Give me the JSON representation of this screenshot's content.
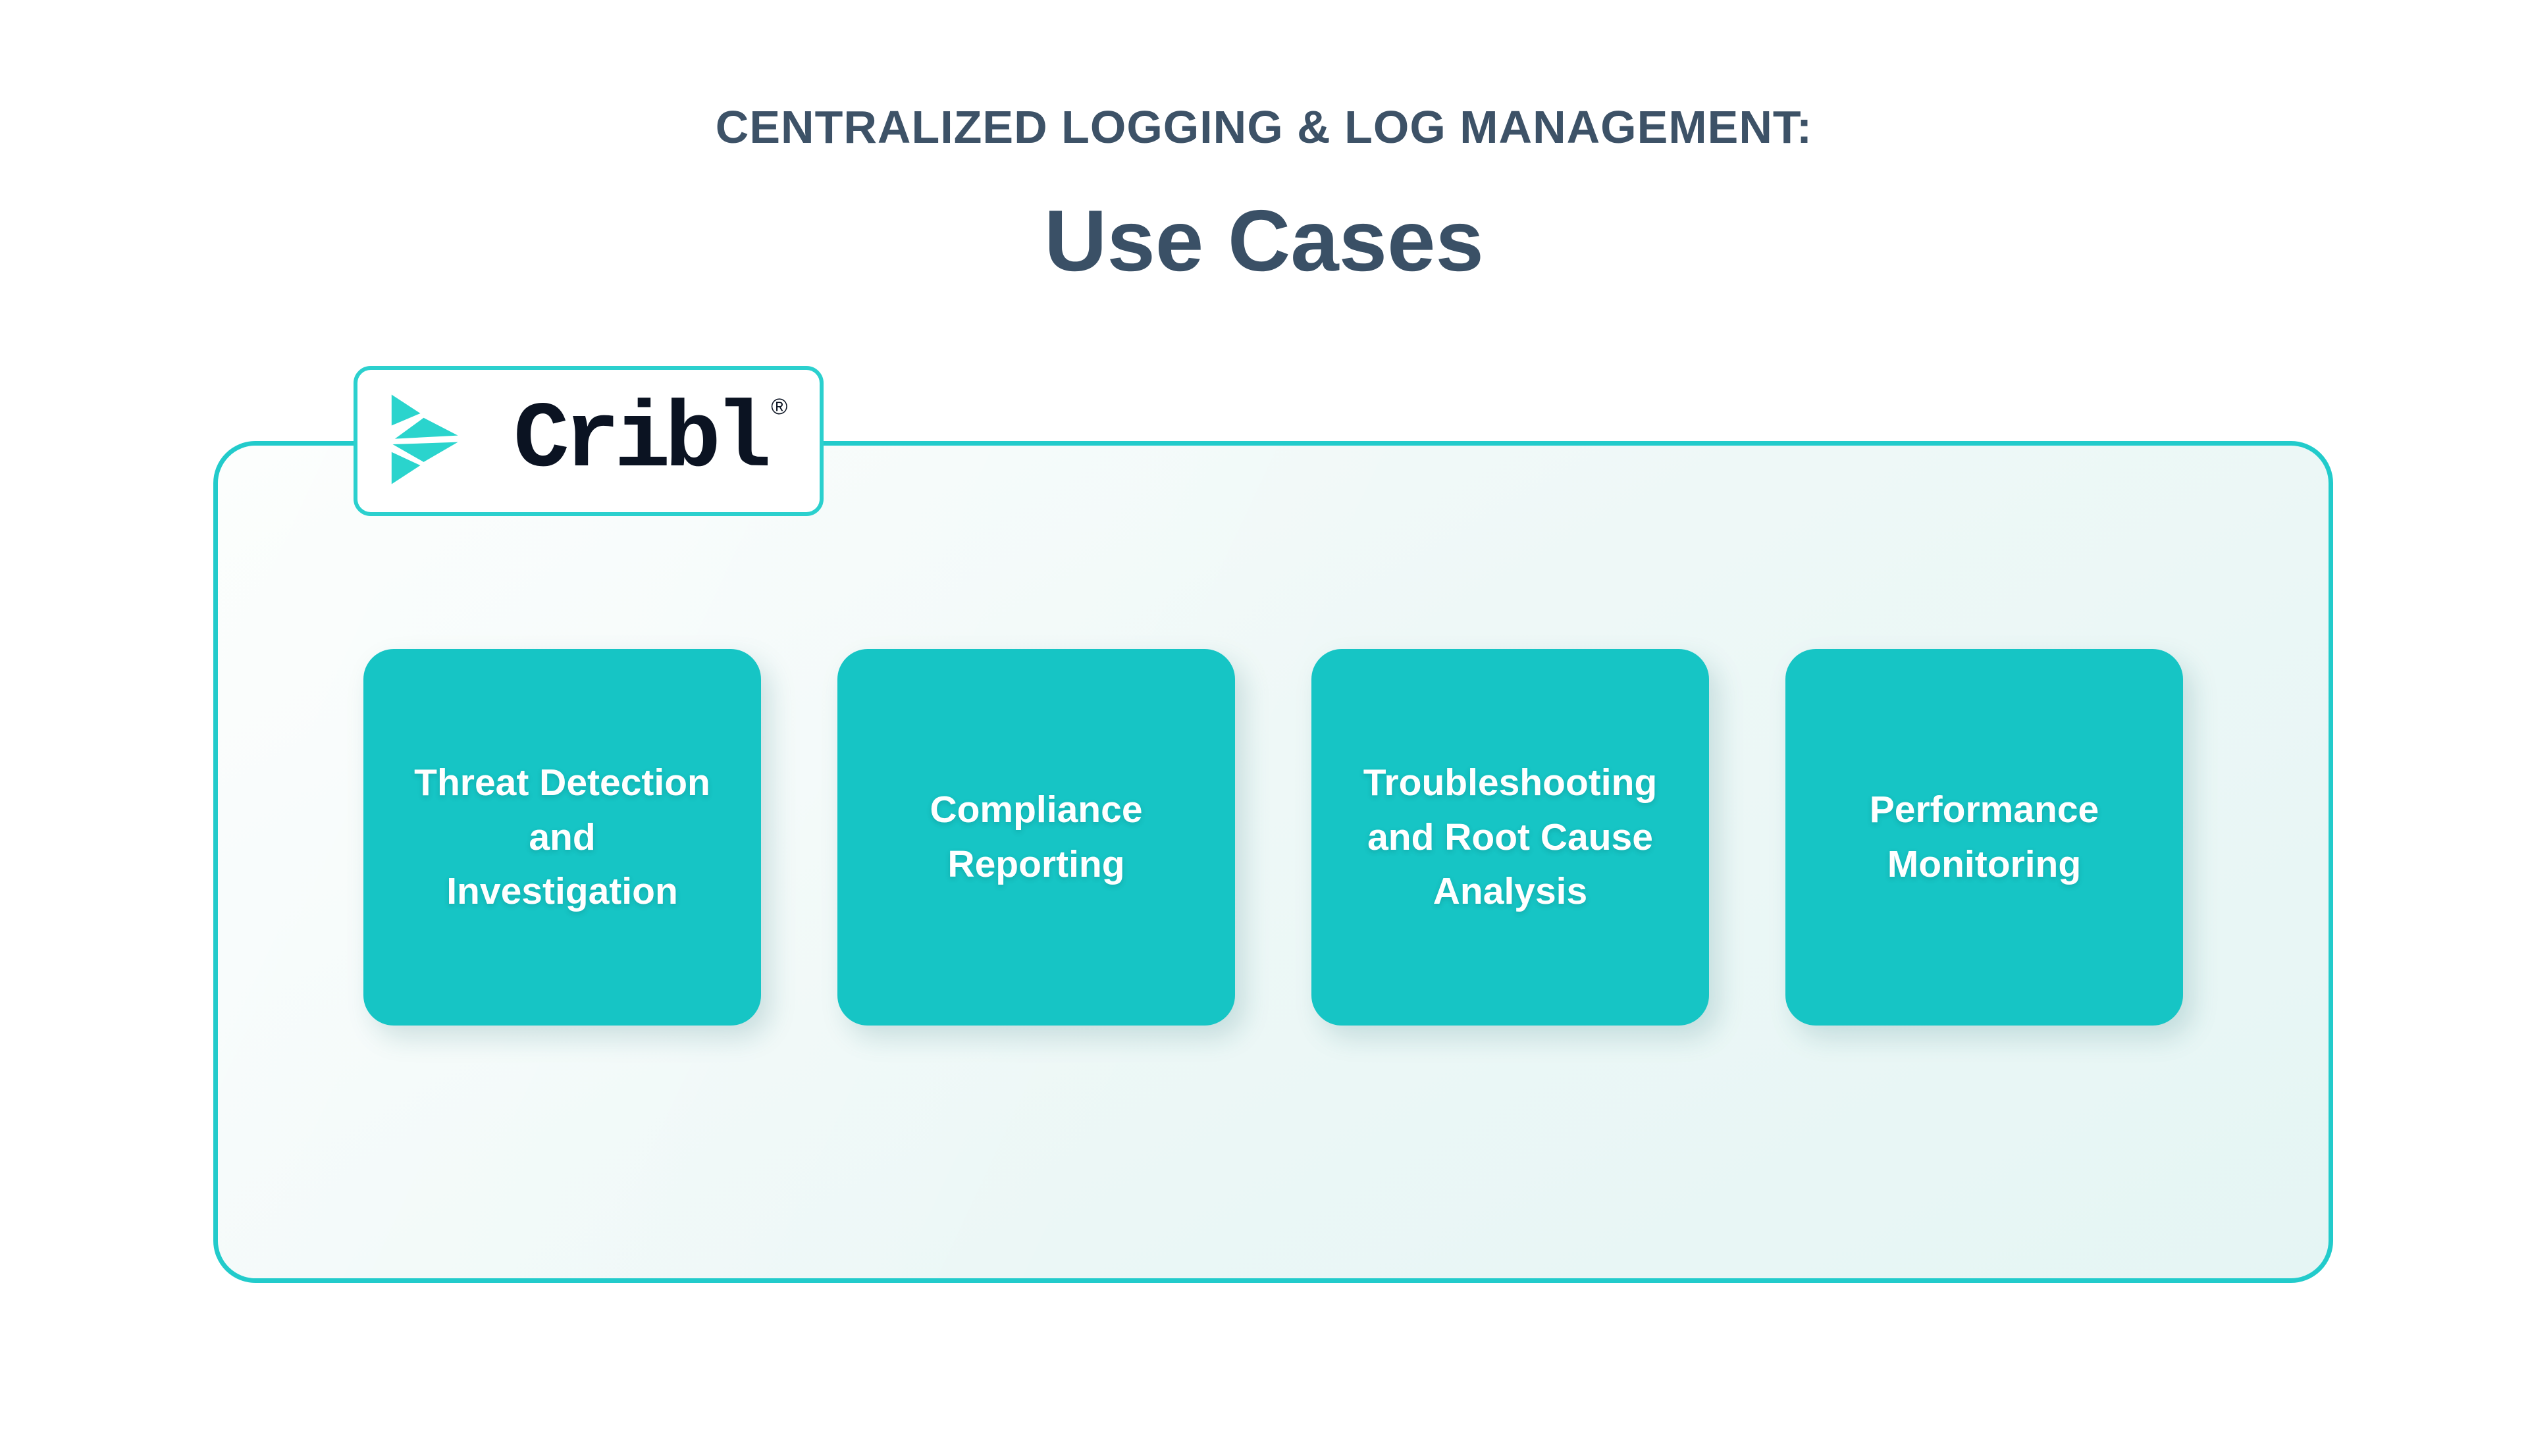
{
  "header": {
    "kicker": "CENTRALIZED LOGGING & LOG MANAGEMENT:",
    "title": "Use Cases"
  },
  "brand": {
    "name": "Cribl",
    "registered_mark": "®",
    "logo_icon": "cribl-triangles-logo-icon"
  },
  "panel": {
    "border_color": "#22CBCB",
    "background_start": "#F8FCFB",
    "background_end": "#E5F5F4"
  },
  "cards": [
    {
      "label": "Threat Detection and Investigation",
      "lines": [
        "Threat Detection",
        "and",
        "Investigation"
      ]
    },
    {
      "label": "Compliance Reporting",
      "lines": [
        "Compliance",
        "Reporting"
      ]
    },
    {
      "label": "Troubleshooting and Root Cause Analysis",
      "lines": [
        "Troubleshooting",
        "and Root Cause",
        "Analysis"
      ]
    },
    {
      "label": "Performance Monitoring",
      "lines": [
        "Performance",
        "Monitoring"
      ]
    }
  ],
  "colors": {
    "title_text": "#3D5267",
    "card_fill": "#16C5C5",
    "card_text": "#FFFFFF",
    "logo_teal": "#2AD4CD",
    "brand_text": "#0B1322",
    "page_background": "#FFFFFF"
  }
}
